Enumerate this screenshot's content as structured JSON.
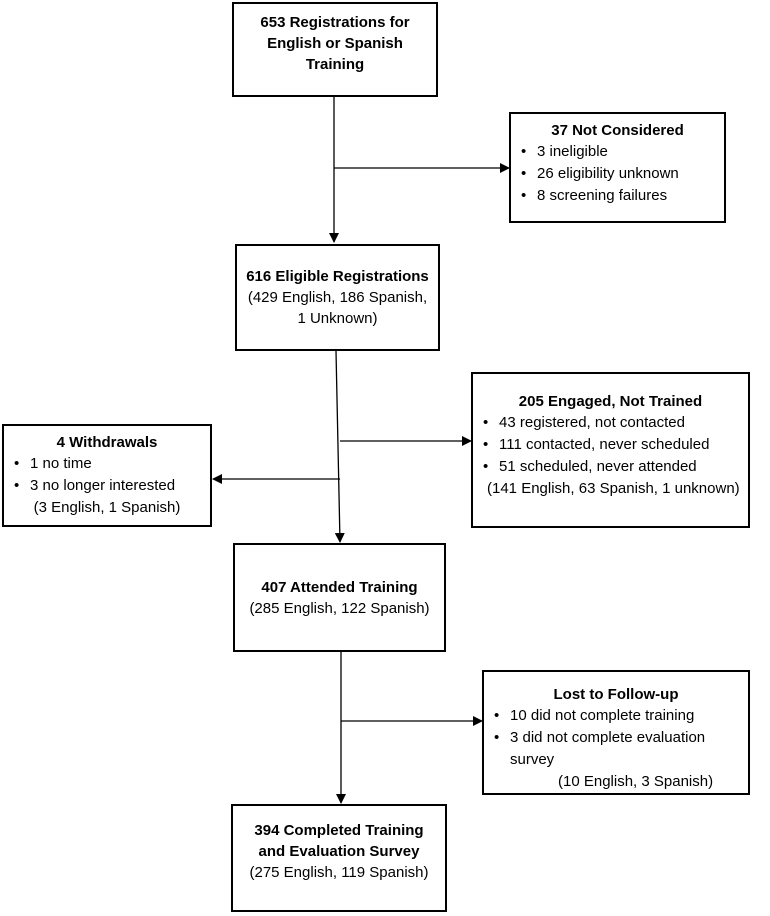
{
  "boxes": {
    "registrations": {
      "title_lines": [
        "653 Registrations for",
        "English or Spanish",
        "Training"
      ]
    },
    "not_considered": {
      "title": "37 Not Considered",
      "items": [
        "3 ineligible",
        "26 eligibility unknown",
        "8 screening failures"
      ]
    },
    "eligible": {
      "title": "616 Eligible Registrations",
      "lines": [
        "(429 English, 186 Spanish,",
        "1 Unknown)"
      ]
    },
    "engaged": {
      "title": "205 Engaged, Not Trained",
      "items": [
        "43 registered, not contacted",
        "111 contacted, never scheduled",
        "51 scheduled, never attended"
      ],
      "note": "(141 English, 63 Spanish, 1 unknown)"
    },
    "withdrawals": {
      "title": "4 Withdrawals",
      "items": [
        "1 no time",
        "3 no longer interested"
      ],
      "note": "(3 English, 1 Spanish)"
    },
    "attended": {
      "title": "407 Attended Training",
      "line": "(285 English, 122 Spanish)"
    },
    "lost": {
      "title": "Lost to Follow-up",
      "items": [
        "10 did not complete training",
        "3 did not complete evaluation",
        "survey"
      ],
      "note": "(10 English, 3 Spanish)"
    },
    "completed": {
      "title_lines": [
        "394 Completed Training",
        "and Evaluation Survey"
      ],
      "line": "(275 English, 119 Spanish)"
    }
  },
  "bullet_glyph": "•"
}
